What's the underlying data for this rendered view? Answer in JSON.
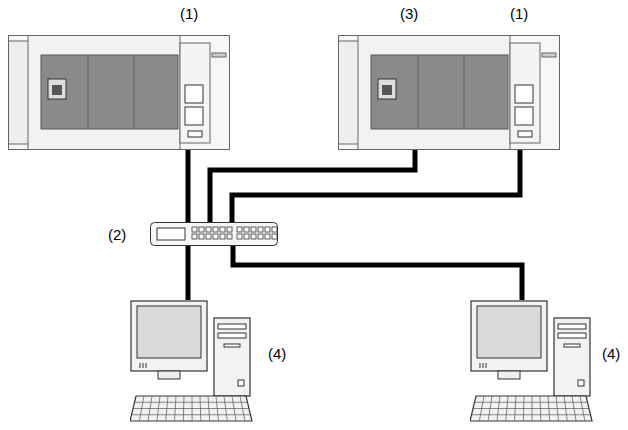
{
  "diagram": {
    "nodes": [
      {
        "text": [
          "(1)"
        ]
      },
      {
        "text": [
          "(3)",
          "(1)"
        ]
      },
      {
        "text": [
          "(2)"
        ]
      },
      {
        "text": [
          "(4)"
        ]
      },
      {
        "text": [
          "(4)"
        ]
      }
    ],
    "edges": [
      {
        "from": 0,
        "to": 2,
        "arrow": "none"
      },
      {
        "from": 1,
        "to": 2,
        "arrow": "none"
      },
      {
        "from": 1,
        "to": 2,
        "arrow": "none"
      },
      {
        "from": 2,
        "to": 3,
        "arrow": "none"
      },
      {
        "from": 2,
        "to": 4,
        "arrow": "none"
      }
    ]
  }
}
